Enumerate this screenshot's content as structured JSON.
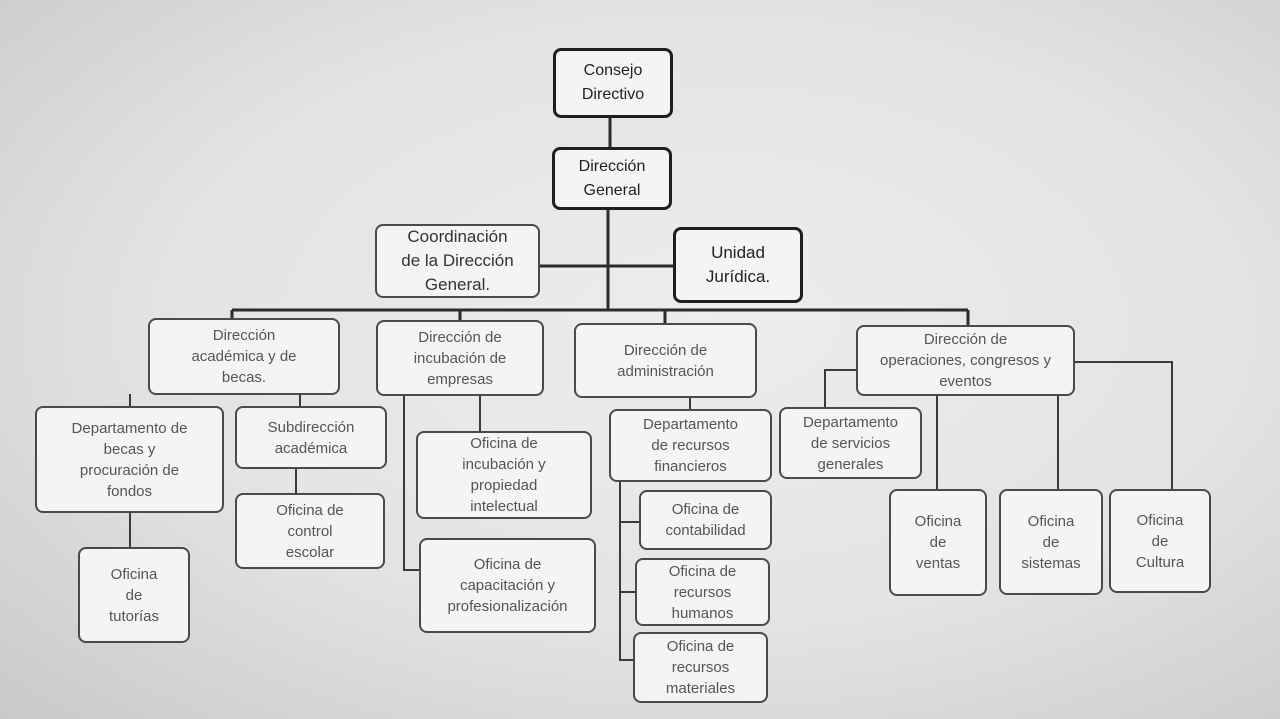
{
  "org_chart": {
    "consejo": "Consejo\nDirectivo",
    "direccion_general": "Dirección\nGeneral",
    "coordinacion": "Coordinación\nde la Dirección\nGeneral.",
    "unidad_juridica": "Unidad\nJurídica.",
    "dir_academica": "Dirección\nacadémica y de\nbecas.",
    "dir_incubacion": "Dirección de\nincubación de\nempresas",
    "dir_administracion": "Dirección de\nadministración",
    "dir_operaciones": "Dirección de\noperaciones, congresos y\neventos",
    "depto_becas": "Departamento de\nbecas y\nprocuración de\nfondos",
    "subdir_academica": "Subdirección\nacadémica",
    "of_tutorias": "Oficina\nde\ntutorías",
    "of_control_escolar": "Oficina de\ncontrol\nescolar",
    "of_incubacion": "Oficina de\nincubación y\npropiedad\nintelectual",
    "of_capacitacion": "Oficina de\ncapacitación y\nprofesionalización",
    "depto_recursos_financieros": "Departamento\nde recursos\nfinancieros",
    "of_contabilidad": "Oficina de\ncontabilidad",
    "of_recursos_humanos": "Oficina de\nrecursos\nhumanos",
    "of_recursos_materiales": "Oficina de\nrecursos\nmateriales",
    "depto_servicios_generales": "Departamento\nde servicios\ngenerales",
    "of_ventas": "Oficina\nde\nventas",
    "of_sistemas": "Oficina\nde\nsistemas",
    "of_cultura": "Oficina\nde\nCultura"
  }
}
